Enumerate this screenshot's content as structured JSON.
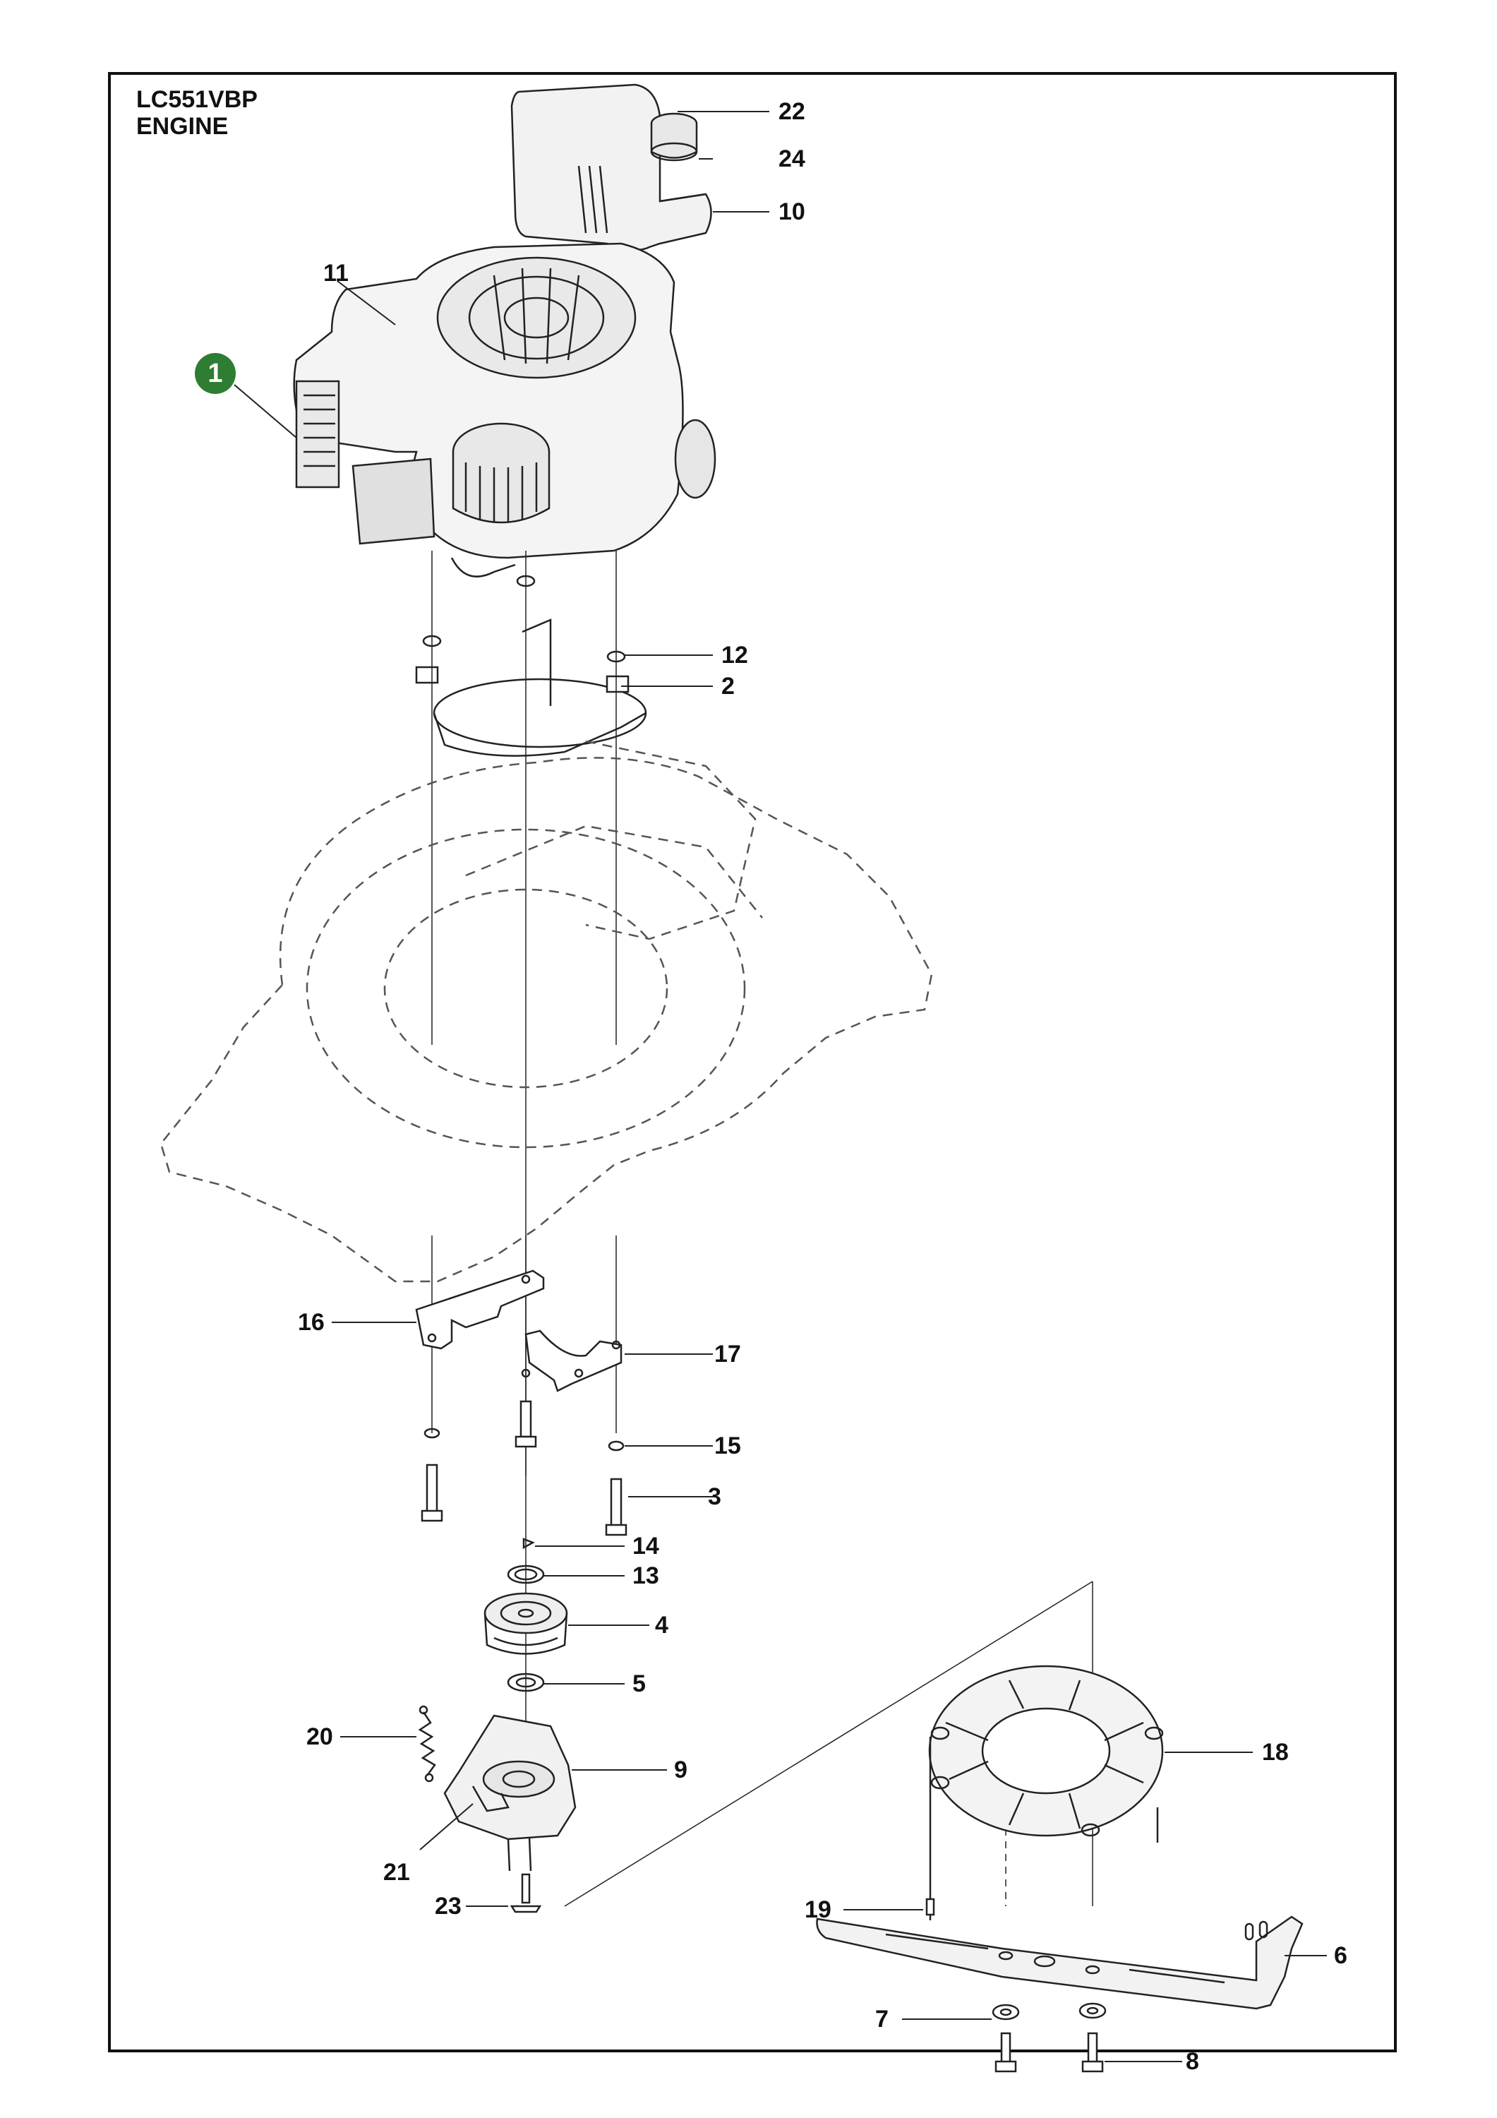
{
  "header": {
    "model": "LC551VBP",
    "section": "ENGINE"
  },
  "highlight": {
    "label": "1",
    "color": "#2e7d32"
  },
  "callouts": [
    {
      "id": "22",
      "label": "22"
    },
    {
      "id": "24",
      "label": "24"
    },
    {
      "id": "10",
      "label": "10"
    },
    {
      "id": "11",
      "label": "11"
    },
    {
      "id": "12",
      "label": "12"
    },
    {
      "id": "2",
      "label": "2"
    },
    {
      "id": "16",
      "label": "16"
    },
    {
      "id": "17",
      "label": "17"
    },
    {
      "id": "15",
      "label": "15"
    },
    {
      "id": "3",
      "label": "3"
    },
    {
      "id": "14",
      "label": "14"
    },
    {
      "id": "13",
      "label": "13"
    },
    {
      "id": "4",
      "label": "4"
    },
    {
      "id": "5",
      "label": "5"
    },
    {
      "id": "20",
      "label": "20"
    },
    {
      "id": "9",
      "label": "9"
    },
    {
      "id": "21",
      "label": "21"
    },
    {
      "id": "23",
      "label": "23"
    },
    {
      "id": "18",
      "label": "18"
    },
    {
      "id": "19",
      "label": "19"
    },
    {
      "id": "6",
      "label": "6"
    },
    {
      "id": "7",
      "label": "7"
    },
    {
      "id": "8",
      "label": "8"
    }
  ]
}
